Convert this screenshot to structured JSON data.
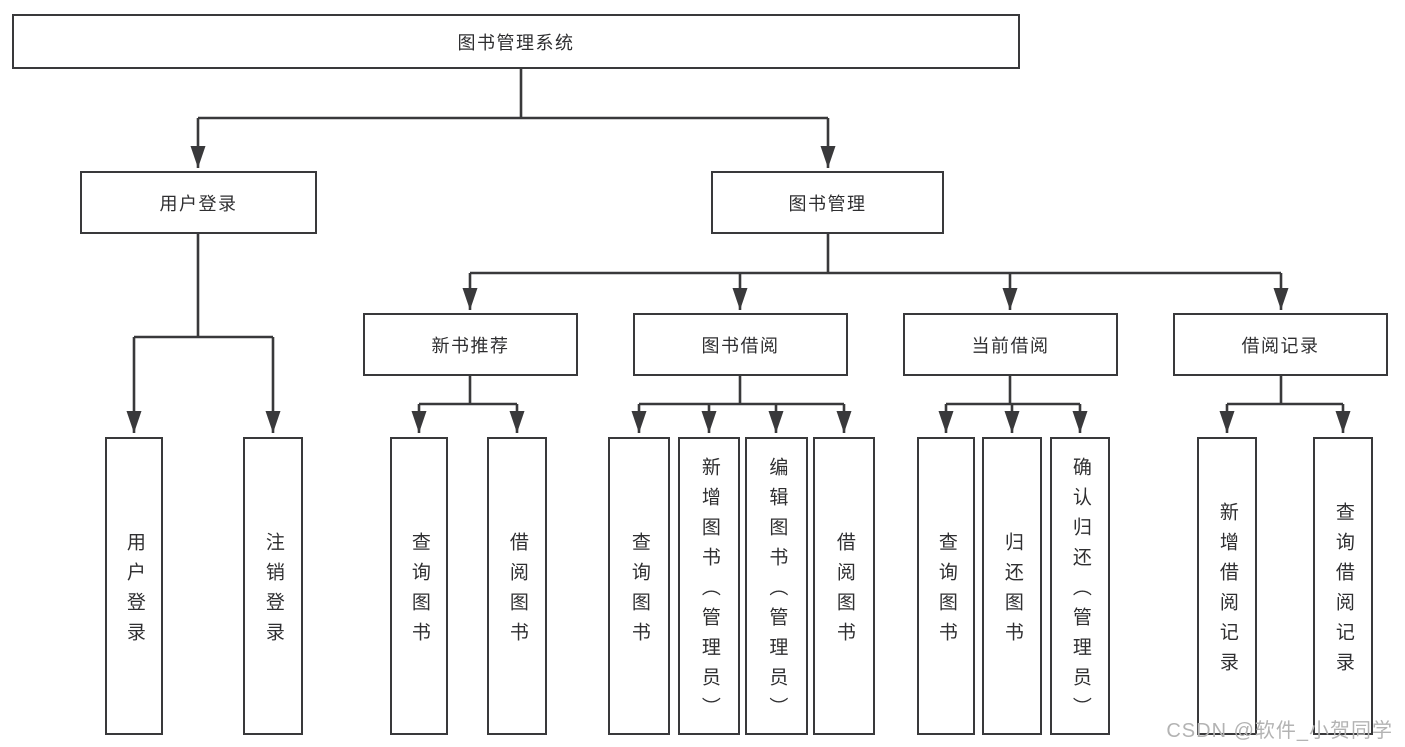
{
  "diagram": {
    "root": "图书管理系统",
    "branches": {
      "user_login": {
        "label": "用户登录",
        "children": [
          "用户登录",
          "注销登录"
        ]
      },
      "book_management": {
        "label": "图书管理"
      }
    },
    "sections": {
      "new_book_recommend": {
        "label": "新书推荐",
        "children": [
          "查询图书",
          "借阅图书"
        ]
      },
      "book_borrowing": {
        "label": "图书借阅",
        "children": [
          "查询图书",
          "新增图书（管理员）",
          "编辑图书（管理员）",
          "借阅图书"
        ]
      },
      "current_borrowing": {
        "label": "当前借阅",
        "children": [
          "查询图书",
          "归还图书",
          "确认归还（管理员）"
        ]
      },
      "borrowing_records": {
        "label": "借阅记录",
        "children": [
          "新增借阅记录",
          "查询借阅记录"
        ]
      }
    }
  },
  "watermark": "CSDN @软件_小贺同学",
  "colors": {
    "line": "#39393b",
    "box_bg": "#ffffff",
    "text": "#2f2f31",
    "watermark": "#b3b3b3"
  }
}
